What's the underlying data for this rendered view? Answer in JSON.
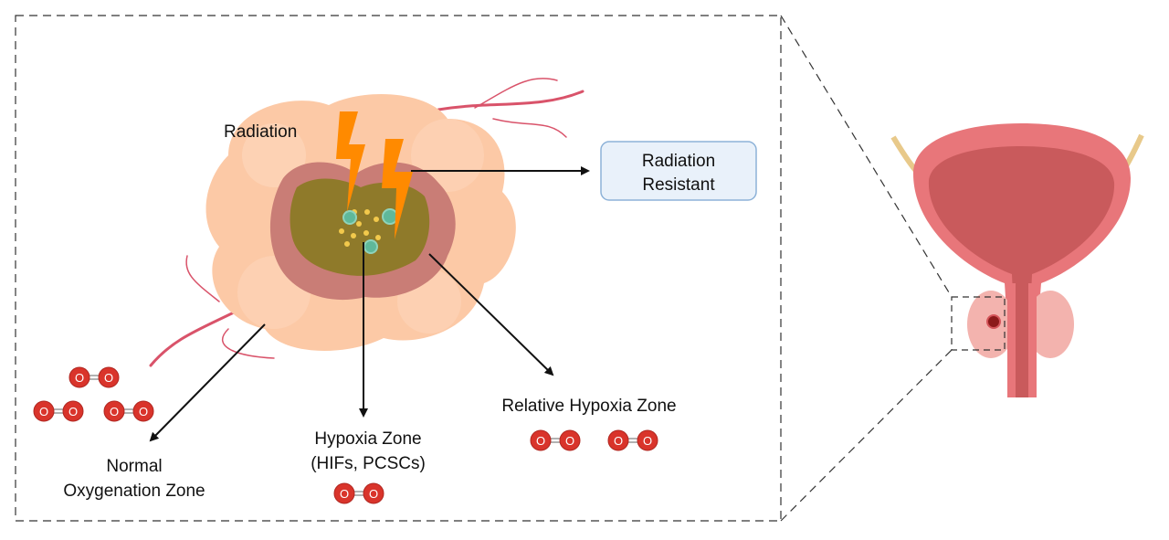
{
  "labels": {
    "radiation": "Radiation",
    "resistant_line1": "Radiation",
    "resistant_line2": "Resistant",
    "normal_line1": "Normal",
    "normal_line2": "Oxygenation Zone",
    "hypoxia_line1": "Hypoxia Zone",
    "hypoxia_line2": "(HIFs, PCSCs)",
    "relative_hypoxia": "Relative Hypoxia Zone"
  },
  "oxygen_atom": "O",
  "colors": {
    "tumor_outer": "#fcc9a6",
    "tumor_ring": "#c97d76",
    "tumor_core": "#8f7a2a",
    "lightning": "#ff8a00",
    "oxygen": "#d9342b",
    "resistant_box_fill": "#e9f1fa",
    "resistant_box_stroke": "#8db2d8",
    "bladder": "#e8767a",
    "bladder_inner": "#c95a5c"
  }
}
